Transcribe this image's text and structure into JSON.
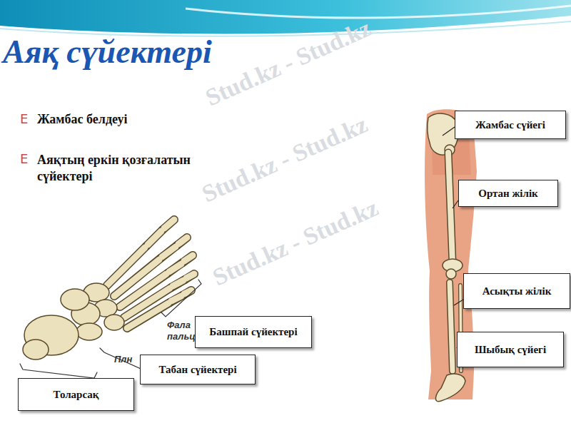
{
  "diagram": {
    "title": "Аяқ сүйектері",
    "nodes": [
      {
        "text": [
          "Жамбас сүйегі"
        ]
      },
      {
        "text": [
          "Ортан жілік"
        ]
      },
      {
        "text": [
          "Асықты жілік"
        ]
      },
      {
        "text": [
          "Шыбық сүйегі"
        ]
      },
      {
        "text": [
          "Башпай сүйектері"
        ]
      },
      {
        "text": [
          "Табан сүйектері"
        ]
      },
      {
        "text": [
          "Толарсақ"
        ]
      }
    ],
    "edges": [],
    "labels": [
      "Е",
      "Жамбас белдеуі",
      "Е",
      "Аяқтың еркін қозғалатын сүйектері",
      "Фала",
      "пальц",
      "Плн",
      "Stud.kz - Stud.kz",
      "Stud.kz - Stud.kz",
      "Stud.kz - Stud.kz"
    ]
  }
}
